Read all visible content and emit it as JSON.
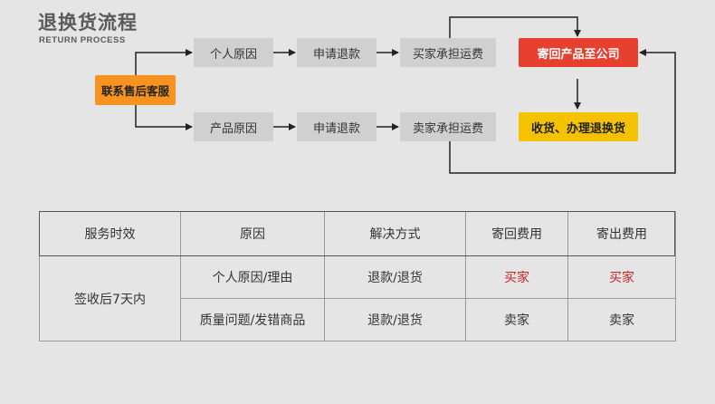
{
  "header": {
    "title": "退换货流程",
    "subtitle": "RETURN PROCESS"
  },
  "flow": {
    "contact": "联系售后客服",
    "top_row": [
      "个人原因",
      "申请退款",
      "买家承担运费"
    ],
    "bottom_row": [
      "产品原因",
      "申请退款",
      "卖家承担运费"
    ],
    "ship_back": "寄回产品至公司",
    "receive": "收货、办理退换货"
  },
  "table": {
    "headers": [
      "服务时效",
      "原因",
      "解决方式",
      "寄回费用",
      "寄出费用"
    ],
    "period": "签收后7天内",
    "rows": [
      {
        "reason": "个人原因/理由",
        "solution": "退款/退货",
        "return_fee": "买家",
        "send_fee": "买家"
      },
      {
        "reason": "质量问题/发错商品",
        "solution": "退款/退货",
        "return_fee": "卖家",
        "send_fee": "卖家"
      }
    ]
  },
  "colors": {
    "contact": "#f7931e",
    "ship_back": "#e8402f",
    "receive": "#f5c200",
    "buyer_text": "#c0282a"
  }
}
